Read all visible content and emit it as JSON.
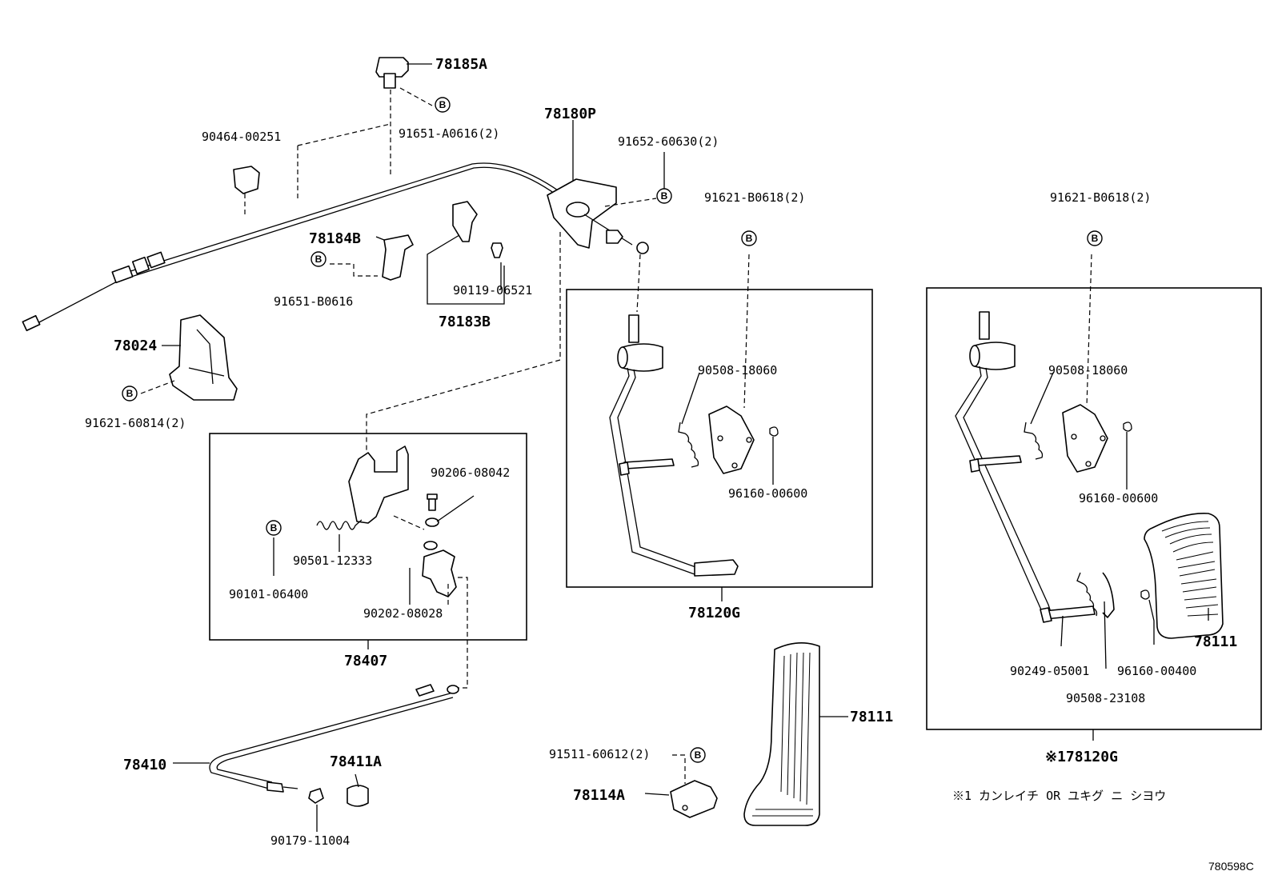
{
  "labels": {
    "p78185A": "78185A",
    "p91651A0616": "91651-A0616(2)",
    "p90464": "90464-00251",
    "p78180P": "78180P",
    "p91652": "91652-60630(2)",
    "p91621B0618a": "91621-B0618(2)",
    "p91621B0618b": "91621-B0618(2)",
    "p78184B": "78184B",
    "p91651B0616": "91651-B0616",
    "p90119": "90119-06521",
    "p78183B": "78183B",
    "p78024": "78024",
    "p91621_60814": "91621-60814(2)",
    "p90206": "90206-08042",
    "p90501": "90501-12333",
    "p90101": "90101-06400",
    "p90202": "90202-08028",
    "p78407": "78407",
    "p90508_18060a": "90508-18060",
    "p96160_00600a": "96160-00600",
    "p78120G": "78120G",
    "p90508_18060b": "90508-18060",
    "p96160_00600b": "96160-00600",
    "p78111a": "78111",
    "p90249": "90249-05001",
    "p96160_00400": "96160-00400",
    "p90508_23108": "90508-23108",
    "p178120G": "※178120G",
    "p78111b": "78111",
    "p78410": "78410",
    "p78411A": "78411A",
    "p90179": "90179-11004",
    "p91511": "91511-60612(2)",
    "p78114A": "78114A"
  },
  "bolt_mark": "B",
  "note": "※1 カンレイチ OR ユキグ ニ シヨウ",
  "figure_code": "780598C"
}
